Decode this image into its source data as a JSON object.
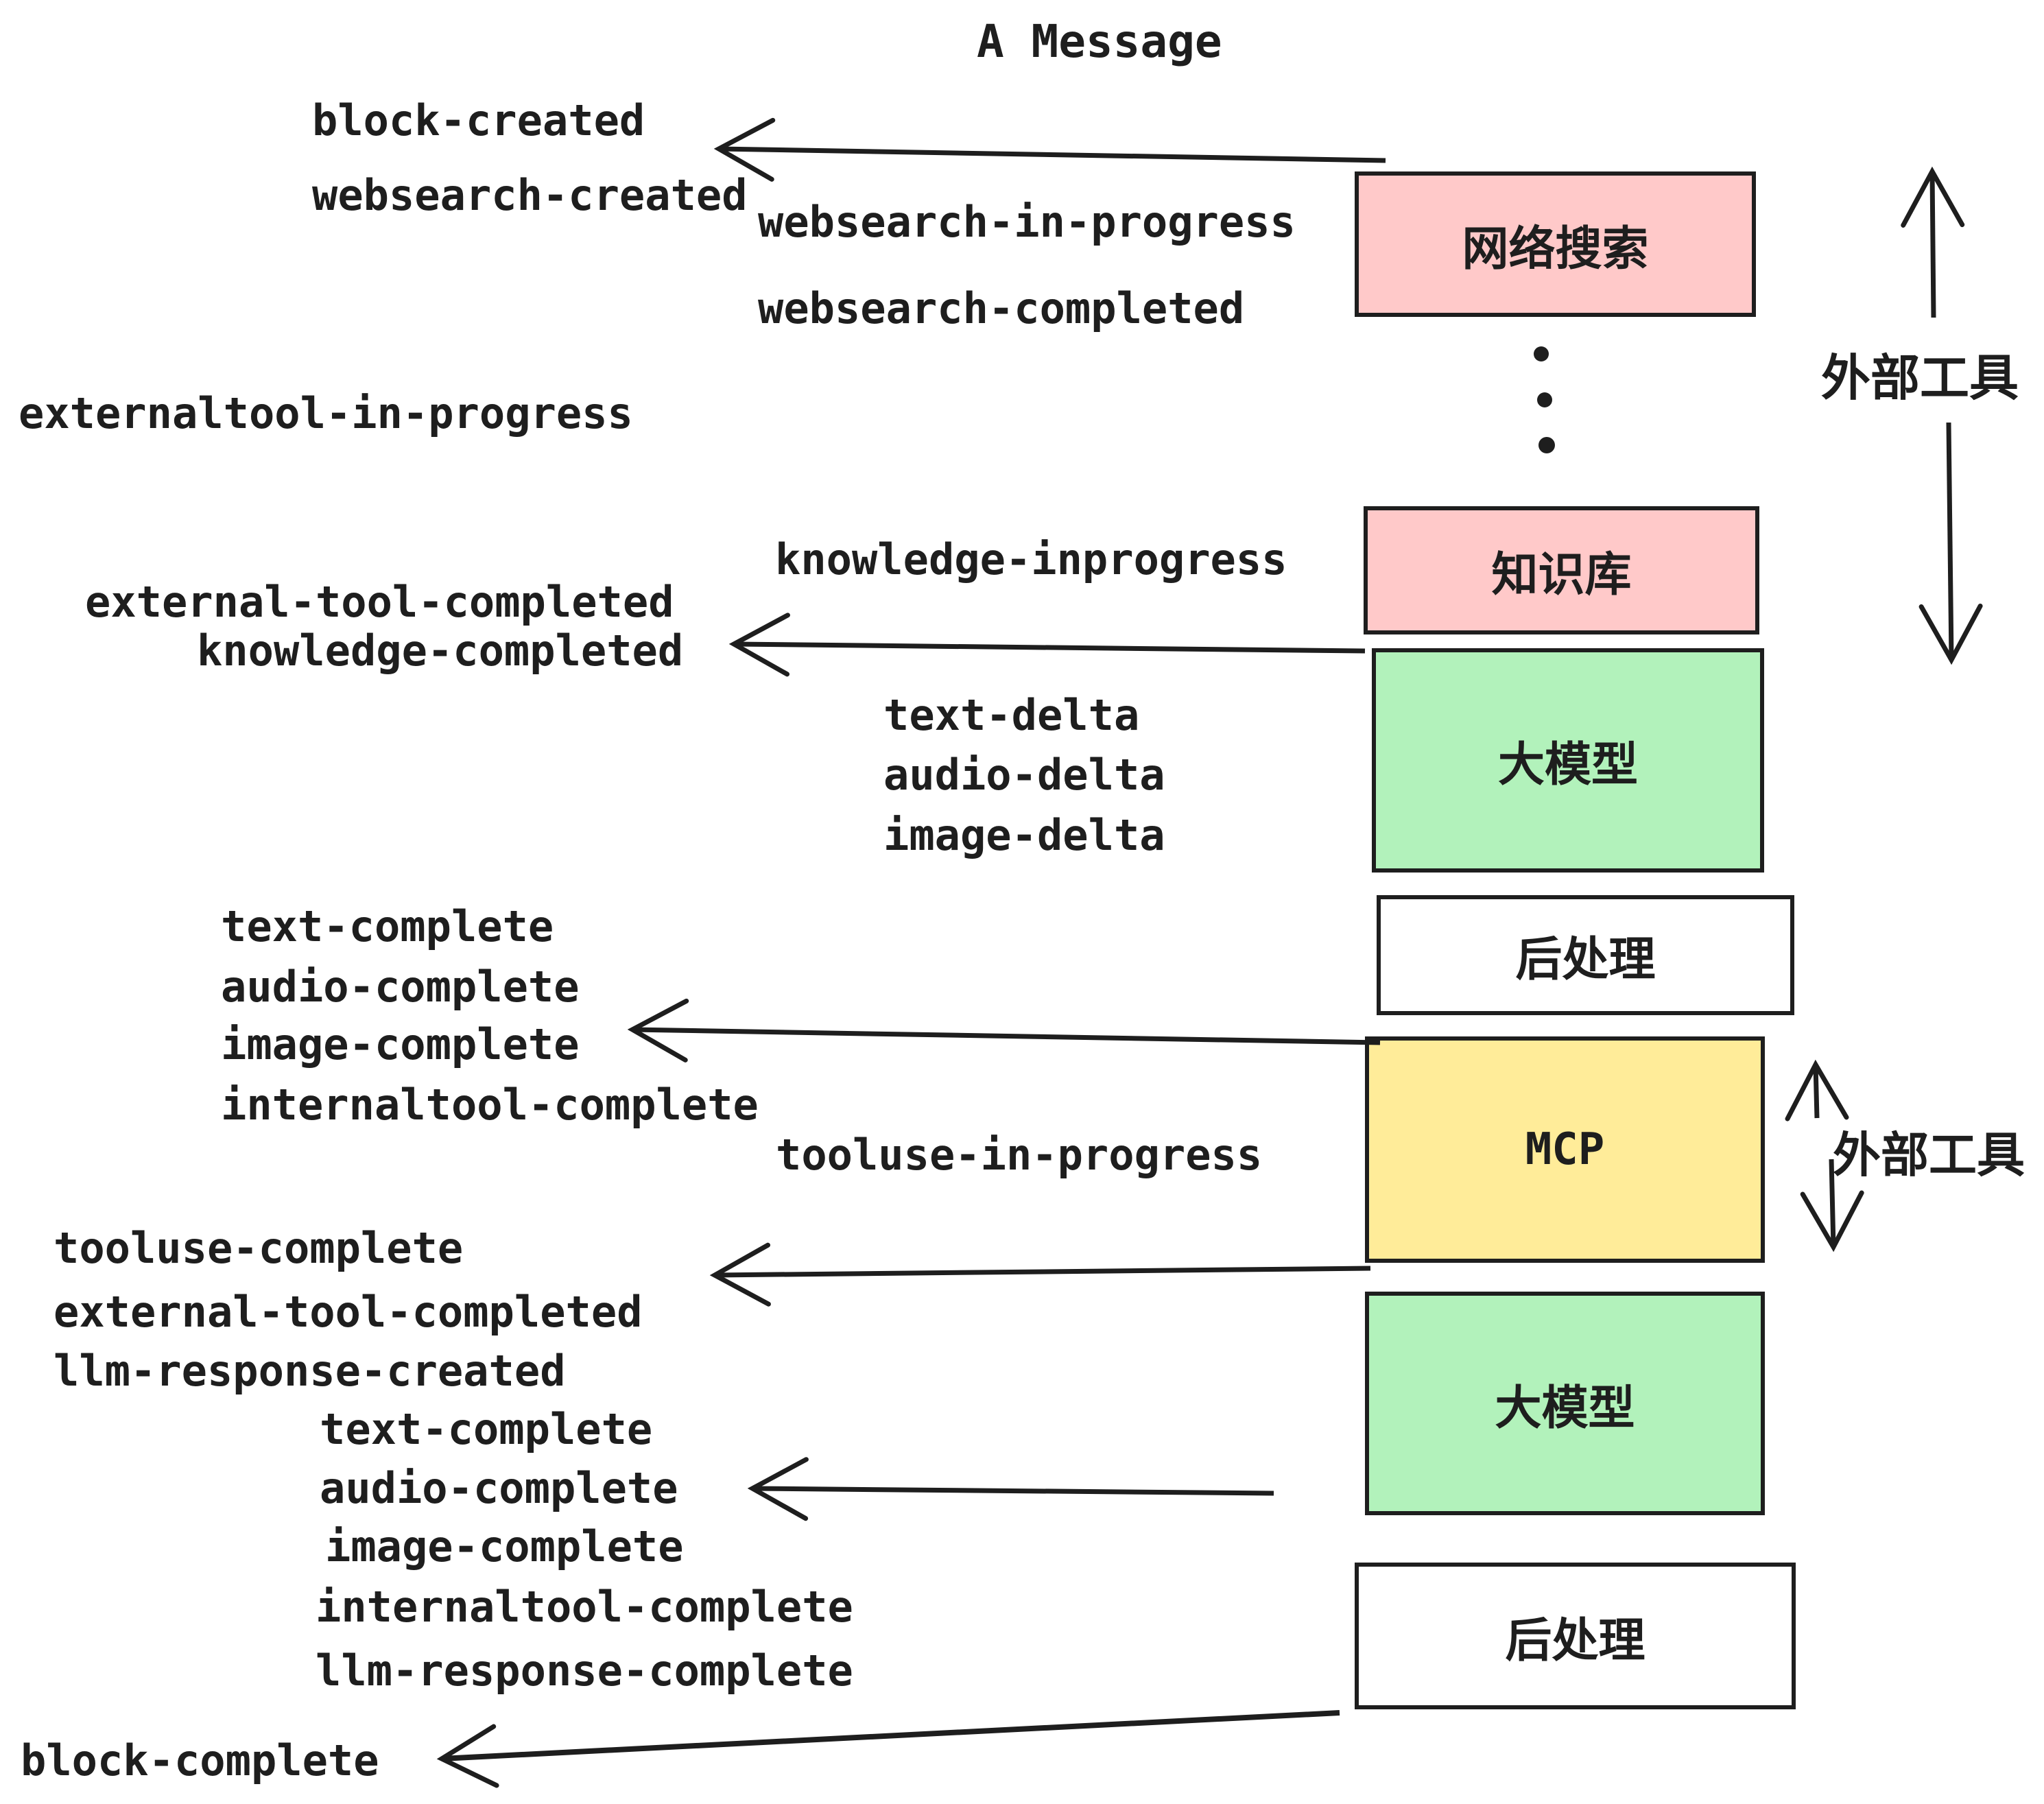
{
  "title": "A Message",
  "colors": {
    "pink": "#ffc9c9",
    "green": "#b2f2bb",
    "yellow": "#ffec99",
    "white": "#ffffff",
    "stroke": "#1e1e1e"
  },
  "boxes": [
    {
      "label": "网络搜索",
      "color": "pink"
    },
    {
      "label": "知识库",
      "color": "pink"
    },
    {
      "label": "大模型",
      "color": "green"
    },
    {
      "label": "后处理",
      "color": "white"
    },
    {
      "label": "MCP",
      "color": "yellow"
    },
    {
      "label": "大模型",
      "color": "green"
    },
    {
      "label": "后处理",
      "color": "white"
    }
  ],
  "side_labels": {
    "top": "外部工具",
    "bottom": "外部工具"
  },
  "events": [
    "block-created",
    "websearch-created",
    "websearch-in-progress",
    "websearch-completed",
    "externaltool-in-progress",
    "knowledge-inprogress",
    "external-tool-completed",
    "knowledge-completed",
    "text-delta",
    "audio-delta",
    "image-delta",
    "text-complete",
    "audio-complete",
    "image-complete",
    "internaltool-complete",
    "tooluse-in-progress",
    "tooluse-complete",
    "external-tool-completed",
    "llm-response-created",
    "text-complete",
    "audio-complete",
    "image-complete",
    "internaltool-complete",
    "llm-response-complete",
    "block-complete"
  ]
}
